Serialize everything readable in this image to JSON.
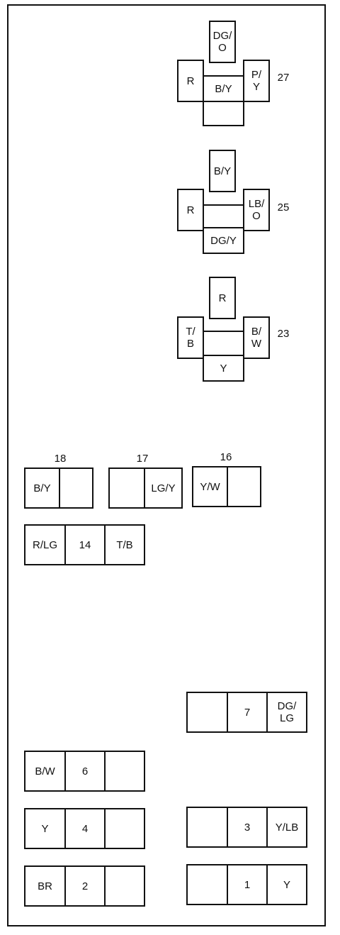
{
  "relays": [
    {
      "number": "27",
      "top": "DG/\nO",
      "left": "R",
      "right": "P/\nY",
      "center": "B/Y",
      "bottom": ""
    },
    {
      "number": "25",
      "top": "B/Y",
      "left": "R",
      "right": "LB/\nO",
      "center": "",
      "bottom": "DG/Y"
    },
    {
      "number": "23",
      "top": "R",
      "left": "T/\nB",
      "right": "B/\nW",
      "center": "",
      "bottom": "Y"
    }
  ],
  "fuses_row_labels": {
    "f18": "18",
    "f17": "17",
    "f16": "16"
  },
  "fuse18": [
    "B/Y",
    ""
  ],
  "fuse17": [
    "",
    "LG/Y"
  ],
  "fuse16": [
    "Y/W",
    ""
  ],
  "fuse14": [
    "R/LG",
    "14",
    "T/B"
  ],
  "fuse7": [
    "",
    "7",
    "DG/\nLG"
  ],
  "fuse6": [
    "B/W",
    "6",
    ""
  ],
  "fuse4": [
    "Y",
    "4",
    ""
  ],
  "fuse3": [
    "",
    "3",
    "Y/LB"
  ],
  "fuse2": [
    "BR",
    "2",
    ""
  ],
  "fuse1": [
    "",
    "1",
    "Y"
  ]
}
